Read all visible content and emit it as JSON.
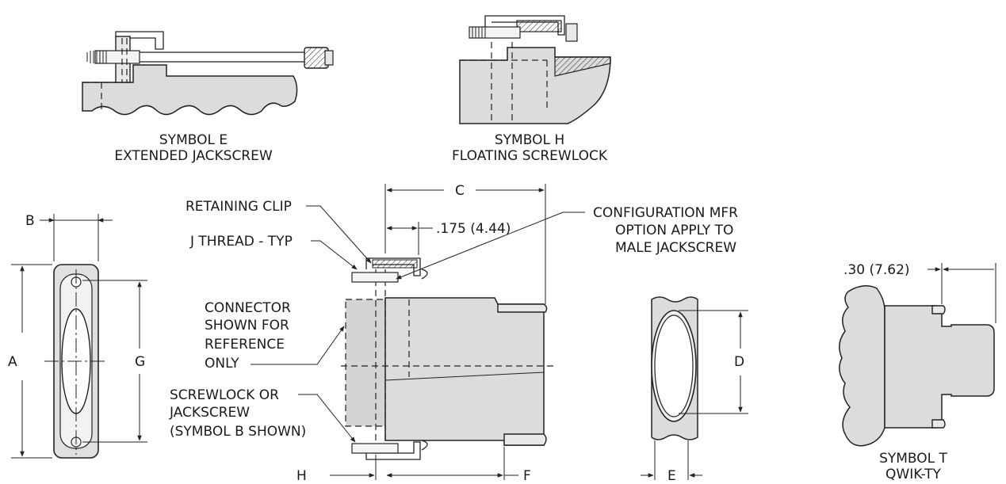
{
  "captions": {
    "symbol_e_line1": "SYMBOL E",
    "symbol_e_line2": "EXTENDED JACKSCREW",
    "symbol_h_line1": "SYMBOL H",
    "symbol_h_line2": "FLOATING SCREWLOCK",
    "symbol_t_line1": "SYMBOL T",
    "symbol_t_line2": "QWIK-TY"
  },
  "callouts": {
    "retaining_clip": "RETAINING CLIP",
    "j_thread": "J THREAD - TYP",
    "connector_line1": "CONNECTOR",
    "connector_line2": "SHOWN FOR",
    "connector_line3": "REFERENCE",
    "connector_line4": "ONLY",
    "screwlock_line1": "SCREWLOCK OR",
    "screwlock_line2": "JACKSCREW",
    "screwlock_line3": "(SYMBOL B SHOWN)",
    "config_line1": "CONFIGURATION MFR",
    "config_line2": "OPTION APPLY TO",
    "config_line3": "MALE JACKSCREW"
  },
  "dimensions": {
    "a": "A",
    "b": "B",
    "c": "C",
    "d": "D",
    "e": "E",
    "f": "F",
    "g": "G",
    "h": "H",
    "dim_175": ".175 (4.44)",
    "dim_30": ".30 (7.62)"
  }
}
